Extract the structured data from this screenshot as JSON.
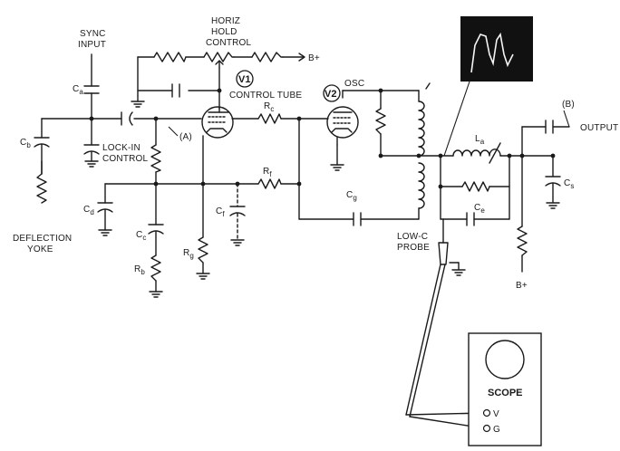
{
  "labels": {
    "sync_input_1": "SYNC",
    "sync_input_2": "INPUT",
    "horiz_1": "HORIZ",
    "horiz_2": "HOLD",
    "horiz_3": "CONTROL",
    "b_plus_top": "B+",
    "v1": "V1",
    "control_tube": "CONTROL TUBE",
    "v2": "V2",
    "osc": "OSC",
    "ca": "C",
    "ca_sub": "a",
    "cb": "C",
    "cb_sub": "b",
    "cc": "C",
    "cc_sub": "c",
    "cd": "C",
    "cd_sub": "d",
    "ce": "C",
    "ce_sub": "e",
    "cf": "C",
    "cf_sub": "f",
    "cg": "C",
    "cg_sub": "g",
    "cs": "C",
    "cs_sub": "s",
    "rb": "R",
    "rb_sub": "b",
    "rc": "R",
    "rc_sub": "c",
    "rf": "R",
    "rf_sub": "f",
    "rg": "R",
    "rg_sub": "g",
    "la": "L",
    "la_sub": "a",
    "lock_in_1": "LOCK-IN",
    "lock_in_2": "CONTROL",
    "point_a": "(A)",
    "point_b": "(B)",
    "output": "OUTPUT",
    "deflection_1": "DEFLECTION",
    "deflection_2": "YOKE",
    "low_c_1": "LOW-C",
    "low_c_2": "PROBE",
    "b_plus_bottom": "B+",
    "scope": "SCOPE",
    "scope_v": "V",
    "scope_g": "G"
  },
  "colors": {
    "ink": "#1a1a1a",
    "screen": "#111111",
    "paper": "#ffffff"
  }
}
